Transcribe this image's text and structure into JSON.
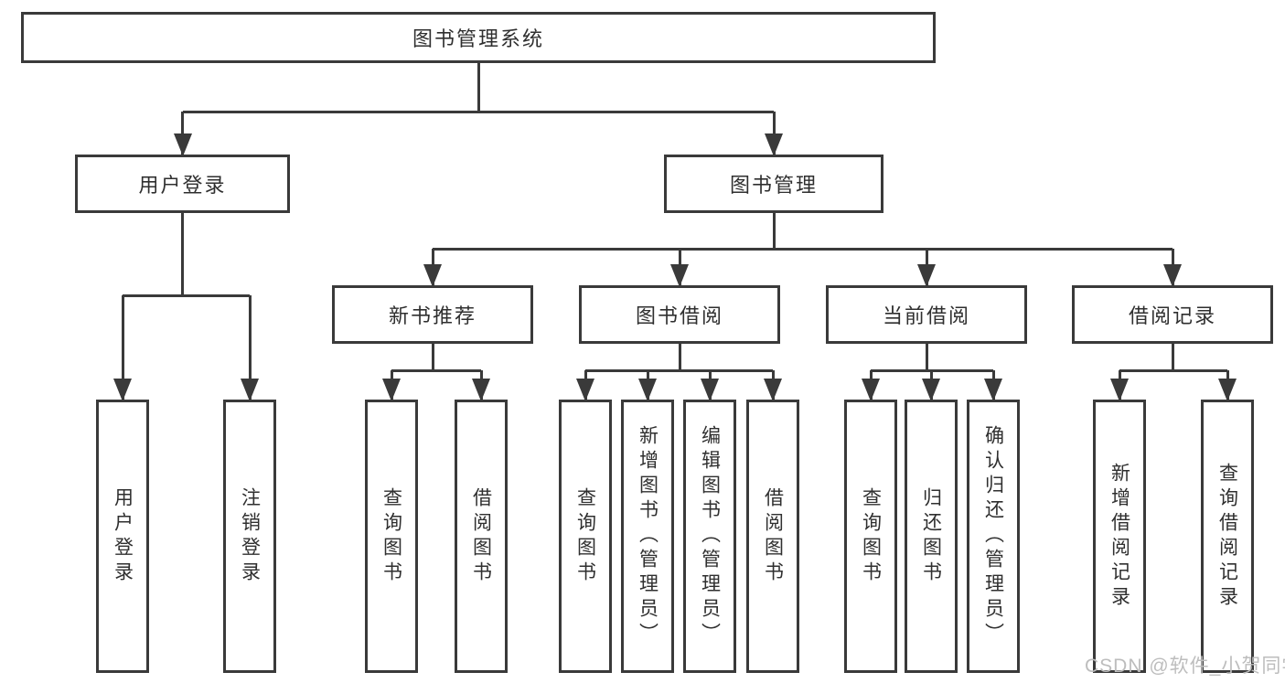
{
  "diagram": {
    "type": "hierarchy-tree",
    "colors": {
      "line": "#3a3a3a",
      "border": "#3a3a3a",
      "text": "#2f2f2f",
      "watermark": "#bdbdbd",
      "background": "#ffffff"
    },
    "tree": {
      "id": "library-management-system",
      "label": "图书管理系统",
      "children": [
        {
          "id": "user-login",
          "label": "用户登录",
          "children": [
            {
              "id": "user-login-action",
              "label": "用户登录"
            },
            {
              "id": "logout-action",
              "label": "注销登录"
            }
          ]
        },
        {
          "id": "book-management",
          "label": "图书管理",
          "children": [
            {
              "id": "new-book-recommendation",
              "label": "新书推荐",
              "children": [
                {
                  "id": "nbr-query-books",
                  "label": "查询图书"
                },
                {
                  "id": "nbr-borrow-books",
                  "label": "借阅图书"
                }
              ]
            },
            {
              "id": "book-borrowing",
              "label": "图书借阅",
              "children": [
                {
                  "id": "bb-query-books",
                  "label": "查询图书"
                },
                {
                  "id": "bb-add-books-admin",
                  "label": "新增图书（管理员）"
                },
                {
                  "id": "bb-edit-books-admin",
                  "label": "编辑图书（管理员）"
                },
                {
                  "id": "bb-borrow-books",
                  "label": "借阅图书"
                }
              ]
            },
            {
              "id": "current-borrowing",
              "label": "当前借阅",
              "children": [
                {
                  "id": "cb-query-books",
                  "label": "查询图书"
                },
                {
                  "id": "cb-return-books",
                  "label": "归还图书"
                },
                {
                  "id": "cb-confirm-return-admin",
                  "label": "确认归还（管理员）"
                }
              ]
            },
            {
              "id": "borrowing-records",
              "label": "借阅记录",
              "children": [
                {
                  "id": "br-add-borrow-record",
                  "label": "新增借阅记录"
                },
                {
                  "id": "br-query-borrow-record",
                  "label": "查询借阅记录"
                }
              ]
            }
          ]
        }
      ]
    },
    "watermark": {
      "text": "CSDN @软件_小贺同学"
    }
  }
}
